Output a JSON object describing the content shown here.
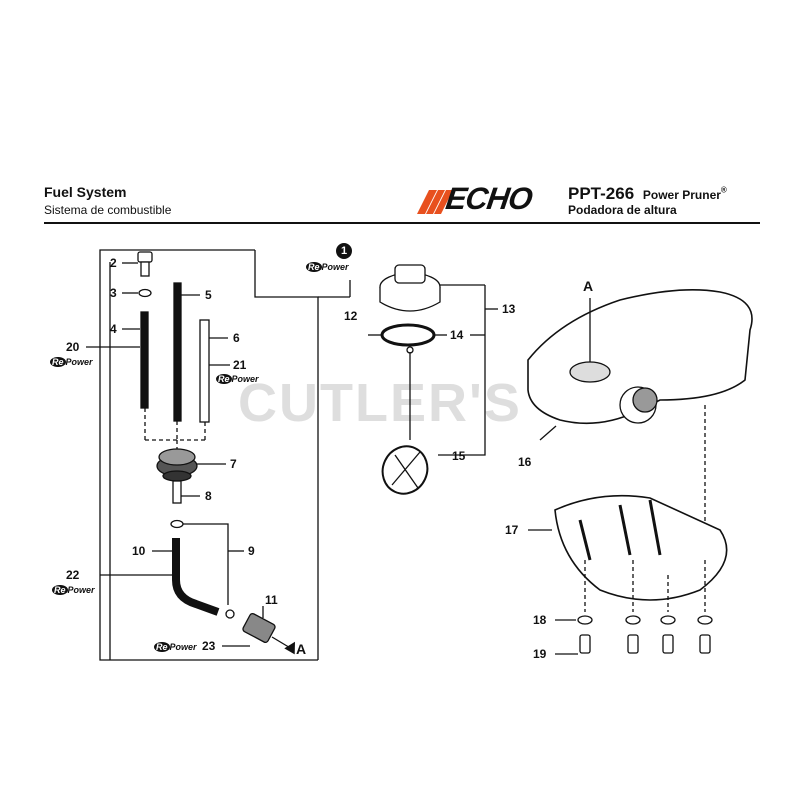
{
  "header": {
    "title": "Fuel System",
    "subtitle": "Sistema de combustible",
    "brand": "ECHO",
    "model": "PPT-266",
    "model_desc": "Power Pruner",
    "model_reg": "®",
    "model_desc_es": "Podadora de altura"
  },
  "watermark": "CUTLER'S",
  "repower_badge": {
    "re": "Re",
    "power": "Power"
  },
  "part_numbers": [
    "1",
    "2",
    "3",
    "4",
    "5",
    "6",
    "7",
    "8",
    "9",
    "10",
    "11",
    "12",
    "13",
    "14",
    "15",
    "16",
    "17",
    "18",
    "19",
    "20",
    "21",
    "22",
    "23"
  ],
  "reference_letters": {
    "tank_port": "A",
    "filter_end": "A"
  },
  "colors": {
    "accent": "#e8501e",
    "ink": "#111111",
    "watermark": "#d9d9d9"
  }
}
